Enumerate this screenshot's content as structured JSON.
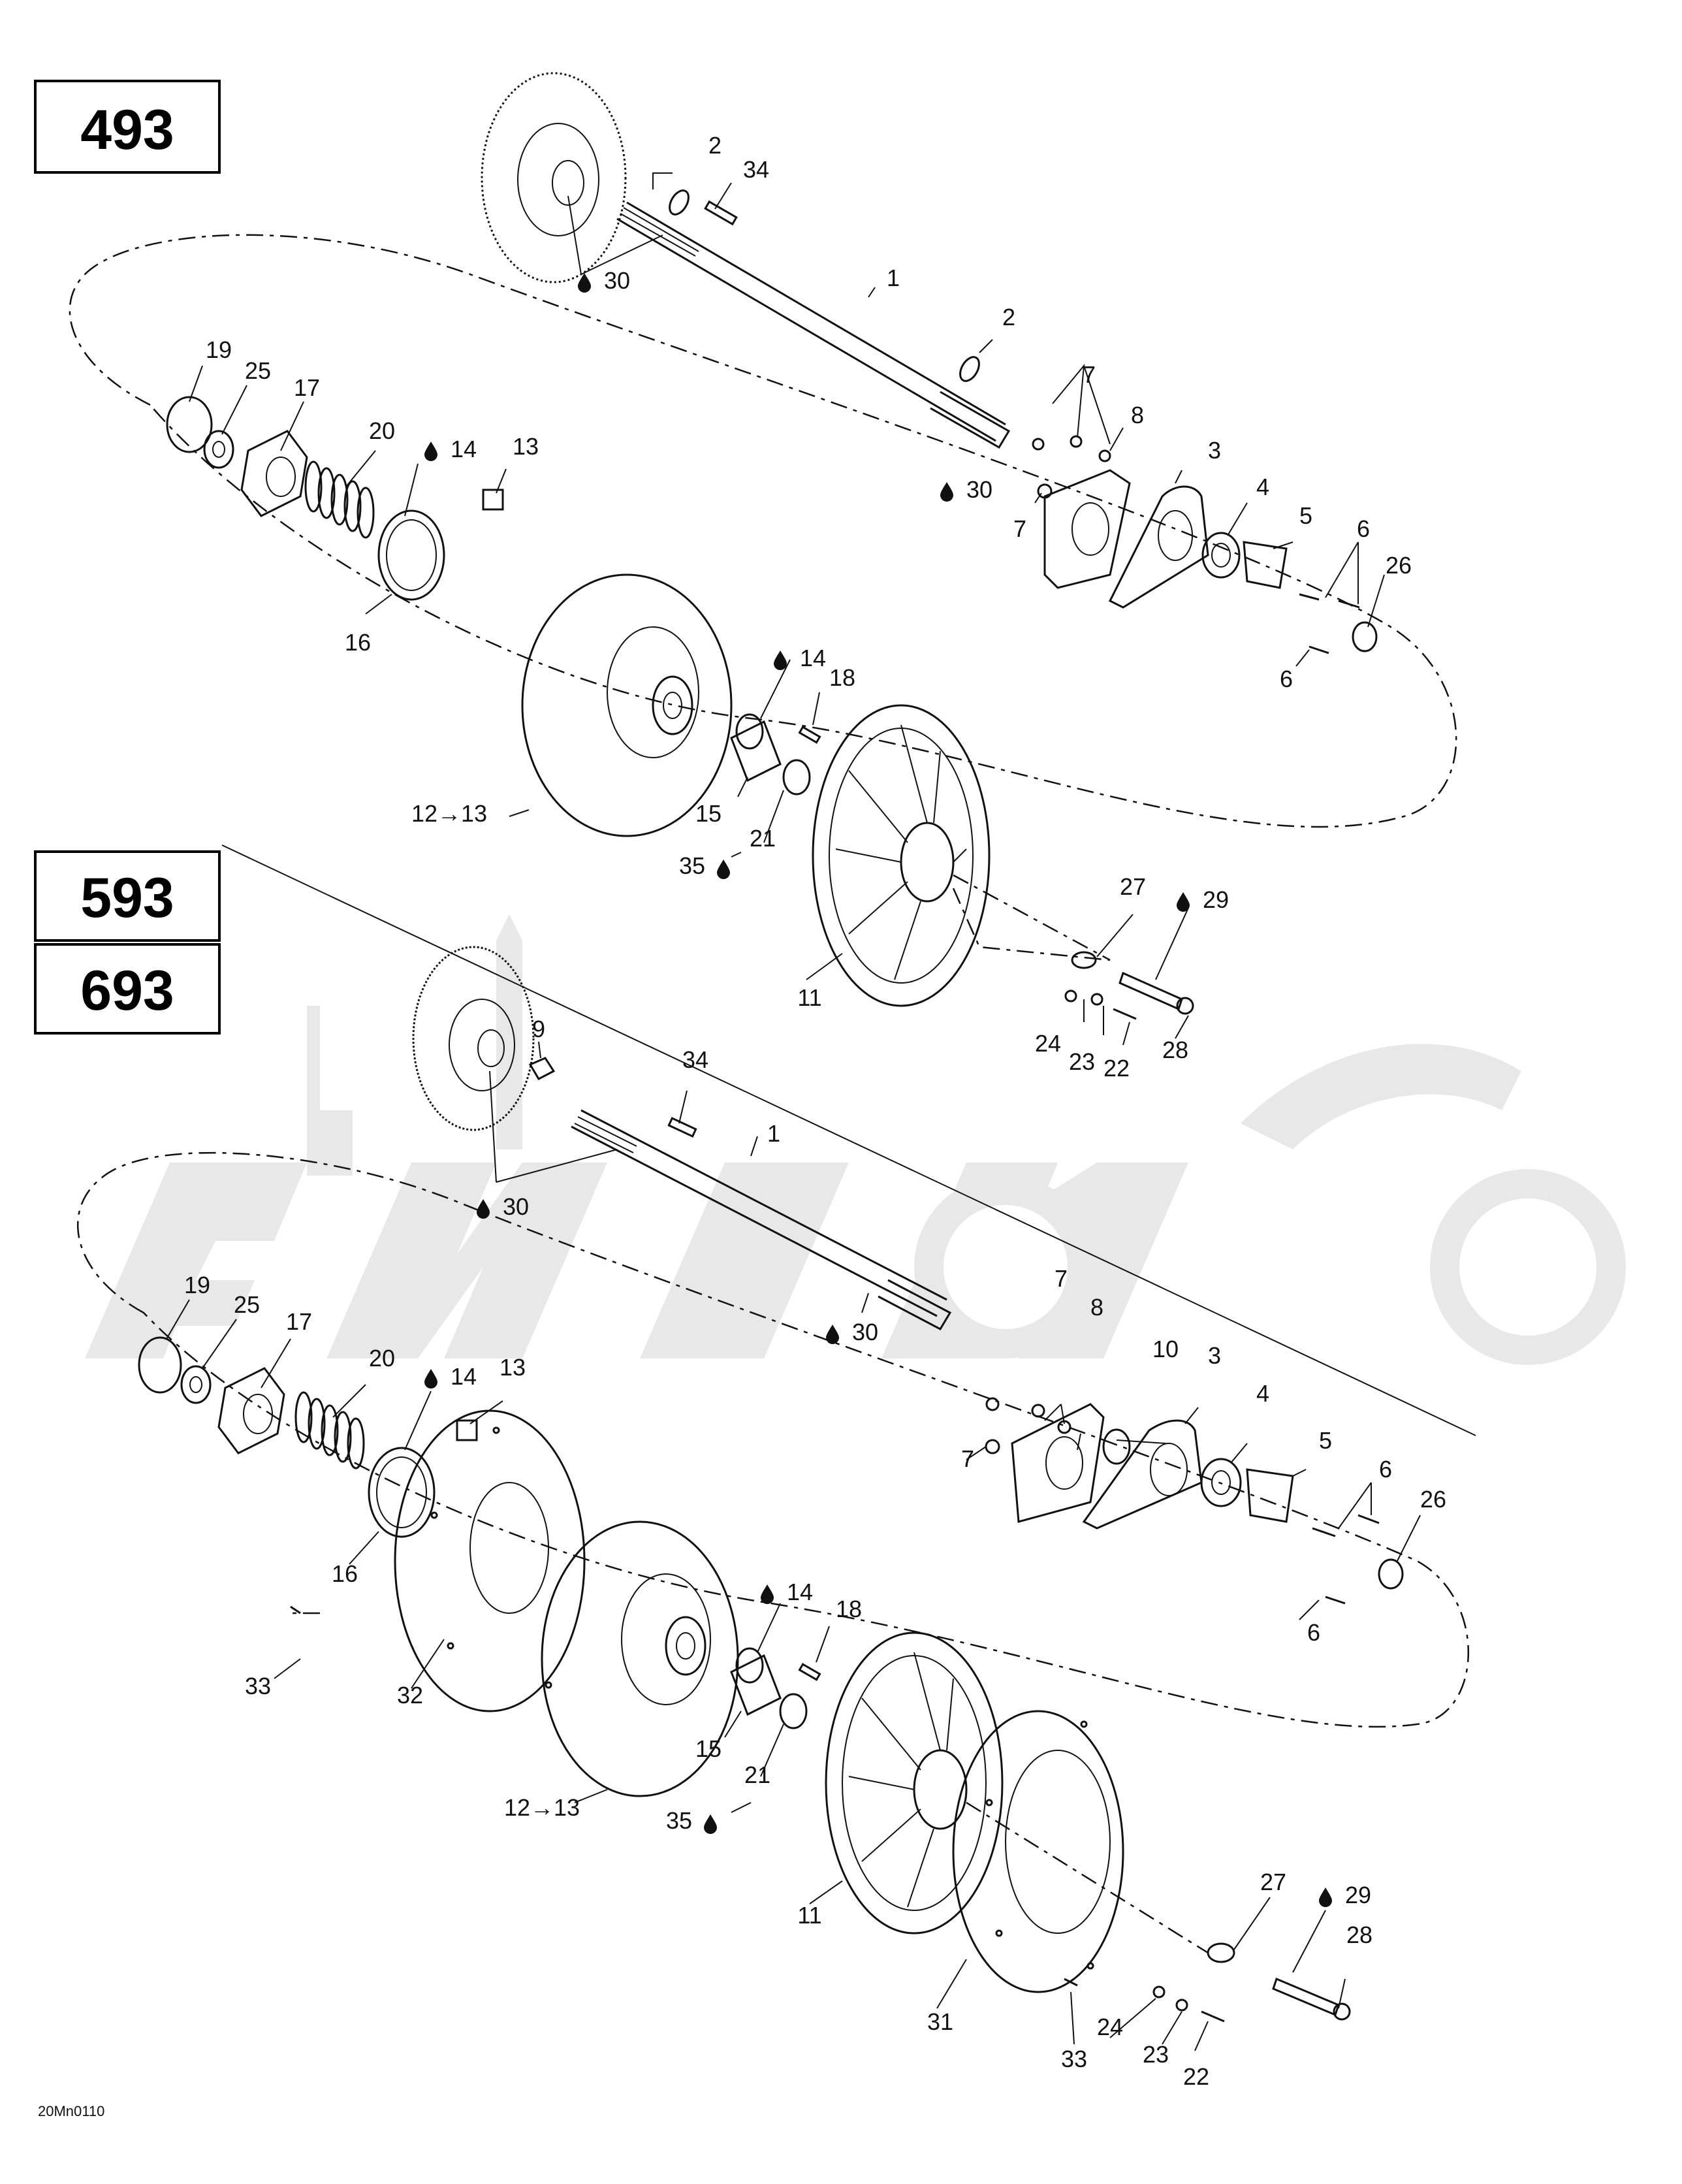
{
  "reference": "20Mn0110",
  "models": {
    "top": "493",
    "bottom_a": "593",
    "bottom_b": "693"
  },
  "top_callouts": {
    "c1": "1",
    "c2a": "2",
    "c2b": "2",
    "c34": "34",
    "c30a": "30",
    "c30b": "30",
    "c7a": "7",
    "c7b": "7",
    "c8": "8",
    "c3": "3",
    "c4": "4",
    "c5": "5",
    "c6a": "6",
    "c6b": "6",
    "c26": "26",
    "c19": "19",
    "c25": "25",
    "c17": "17",
    "c20": "20",
    "c14a": "14",
    "c13": "13",
    "c16": "16",
    "c14b": "14",
    "c18": "18",
    "c12": "12→13",
    "c15": "15",
    "c21": "21",
    "c35": "35",
    "c11": "11",
    "c27": "27",
    "c29": "29",
    "c24": "24",
    "c23": "23",
    "c22": "22",
    "c28": "28"
  },
  "bottom_callouts": {
    "c9": "9",
    "c34": "34",
    "c1": "1",
    "c30a": "30",
    "c30b": "30",
    "c7a": "7",
    "c7b": "7",
    "c8": "8",
    "c10": "10",
    "c3": "3",
    "c4": "4",
    "c5": "5",
    "c6a": "6",
    "c6b": "6",
    "c26": "26",
    "c19": "19",
    "c25": "25",
    "c17": "17",
    "c20": "20",
    "c14a": "14",
    "c13": "13",
    "c16": "16",
    "c33a": "33",
    "c32": "32",
    "c14b": "14",
    "c18": "18",
    "c15": "15",
    "c21": "21",
    "c12": "12→13",
    "c35": "35",
    "c11": "11",
    "c31": "31",
    "c33b": "33",
    "c27": "27",
    "c29": "29",
    "c28": "28",
    "c24": "24",
    "c23": "23",
    "c22": "22"
  },
  "symbols": {
    "lube": "droplet-icon"
  }
}
